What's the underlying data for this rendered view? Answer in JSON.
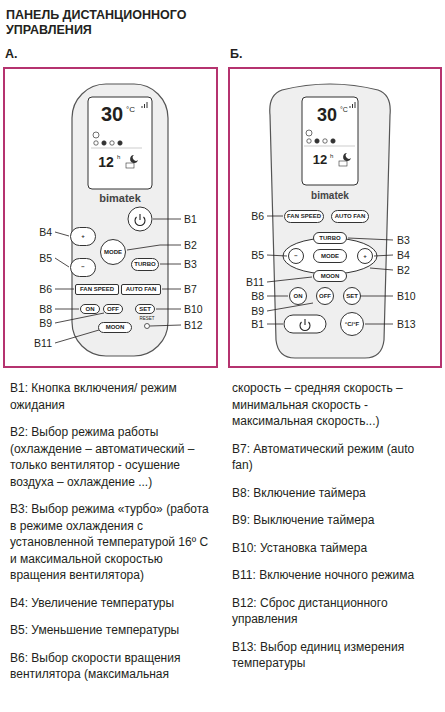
{
  "diagram": {
    "title": "ПАНЕЛЬ ДИСТАНЦИОННОГО УПРАВЛЕНИЯ",
    "nodes": [
      {
        "text": [
          "А."
        ]
      },
      {
        "text": [
          "Б."
        ]
      },
      {
        "text": [
          "+"
        ],
        "in": 0
      },
      {
        "text": [
          "MODE"
        ],
        "in": 0
      },
      {
        "text": [
          "−"
        ],
        "in": 0
      },
      {
        "text": [
          "TURBO"
        ],
        "in": 0
      },
      {
        "text": [
          "FAN SPEED"
        ],
        "in": 0
      },
      {
        "text": [
          "AUTO FAN"
        ],
        "in": 0
      },
      {
        "text": [
          "ON"
        ],
        "in": 0
      },
      {
        "text": [
          "OFF"
        ],
        "in": 0
      },
      {
        "text": [
          "SET"
        ],
        "in": 0
      },
      {
        "text": [
          "MOON"
        ],
        "in": 0
      },
      {
        "text": [
          "FAN SPEED"
        ],
        "in": 1
      },
      {
        "text": [
          "AUTO FAN"
        ],
        "in": 1
      },
      {
        "text": [
          "TURBO"
        ],
        "in": 1
      },
      {
        "text": [
          "−"
        ],
        "in": 1
      },
      {
        "text": [
          "MODE"
        ],
        "in": 1
      },
      {
        "text": [
          "+"
        ],
        "in": 1
      },
      {
        "text": [
          "MOON"
        ],
        "in": 1
      },
      {
        "text": [
          "ON"
        ],
        "in": 1
      },
      {
        "text": [
          "OFF"
        ],
        "in": 1
      },
      {
        "text": [
          "SET"
        ],
        "in": 1
      },
      {
        "text": [
          "°C/°F"
        ],
        "in": 1
      }
    ],
    "labels": [
      "30",
      "°C",
      "12",
      "h",
      "bimatek",
      "В1",
      "В2",
      "В3",
      "В4",
      "В5",
      "В6",
      "В7",
      "В8",
      "В9",
      "В10",
      "В11",
      "В12",
      "RESET",
      "30",
      "°C",
      "12",
      "h",
      "bimatek",
      "В6",
      "В5",
      "В11",
      "В8",
      "В9",
      "В1",
      "В3",
      "В4",
      "В2",
      "В10",
      "В13",
      "В1: Кнопка включения/ режим ожидания",
      "В2: Выбор режима работы (охлаждение – автоматический – только вентилятор - осушение воздуха – охлаждение ...)",
      "В3: Выбор режима «турбо» (работа в режиме охлаждения с установленной температурой 16º С и максимальной скоростью вращения вентилятора)",
      "В4: Увеличение температуры",
      "В5: Уменьшение температуры",
      "В6: Выбор скорости вращения вентилятора (максимальная",
      "скорость – средняя скорость – минимальная скорость - максимальная скорость...)",
      "В7: Автоматический режим (auto fan)",
      "В8: Включение таймера",
      "В9: Выключение таймера",
      "В10: Установка таймера",
      "В11: Включение ночного режима",
      "В12: Сброс дистанционного управления",
      "В13: Выбор единиц измерения температуры"
    ]
  }
}
